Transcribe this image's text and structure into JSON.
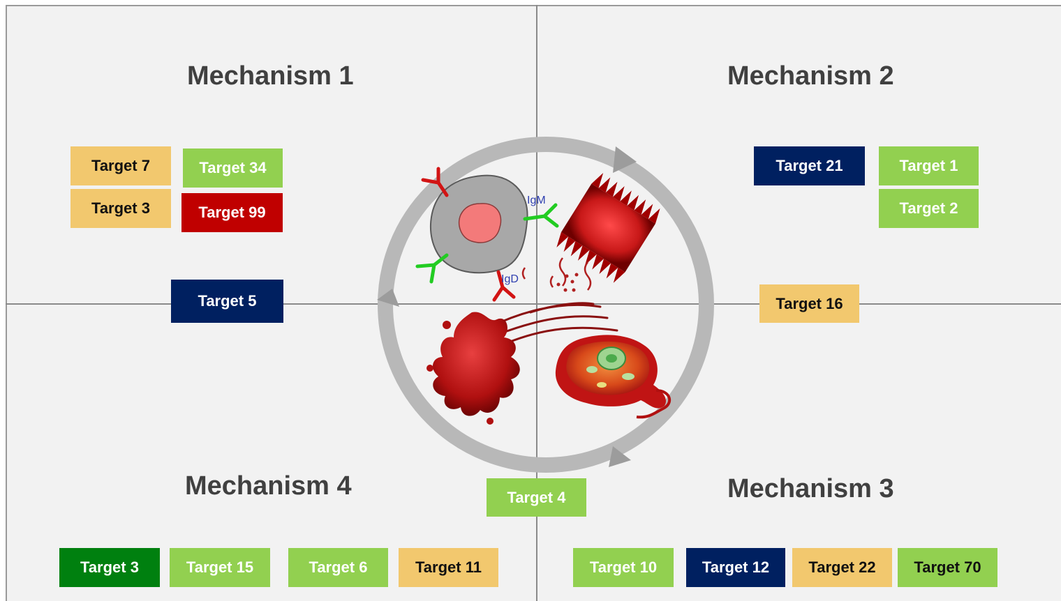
{
  "mechanisms": {
    "m1": "Mechanism 1",
    "m2": "Mechanism 2",
    "m3": "Mechanism 3",
    "m4": "Mechanism 4"
  },
  "antibody_labels": {
    "igm": "IgM",
    "igd": "IgD"
  },
  "targets": {
    "t7": "Target 7",
    "t34": "Target 34",
    "t3_top": "Target 3",
    "t99": "Target 99",
    "t5": "Target 5",
    "t21": "Target 21",
    "t1": "Target 1",
    "t2": "Target 2",
    "t16": "Target 16",
    "t4": "Target 4",
    "t3_bottom": "Target 3",
    "t15": "Target 15",
    "t6": "Target 6",
    "t11": "Target 11",
    "t10": "Target 10",
    "t12": "Target 12",
    "t22": "Target 22",
    "t70": "Target 70"
  },
  "colors": {
    "yellow": "#f2c86e",
    "light_green": "#92d050",
    "red": "#c00000",
    "navy": "#002060",
    "dark_green": "#00800f",
    "cycle_arrow": "#b8b8b8"
  }
}
